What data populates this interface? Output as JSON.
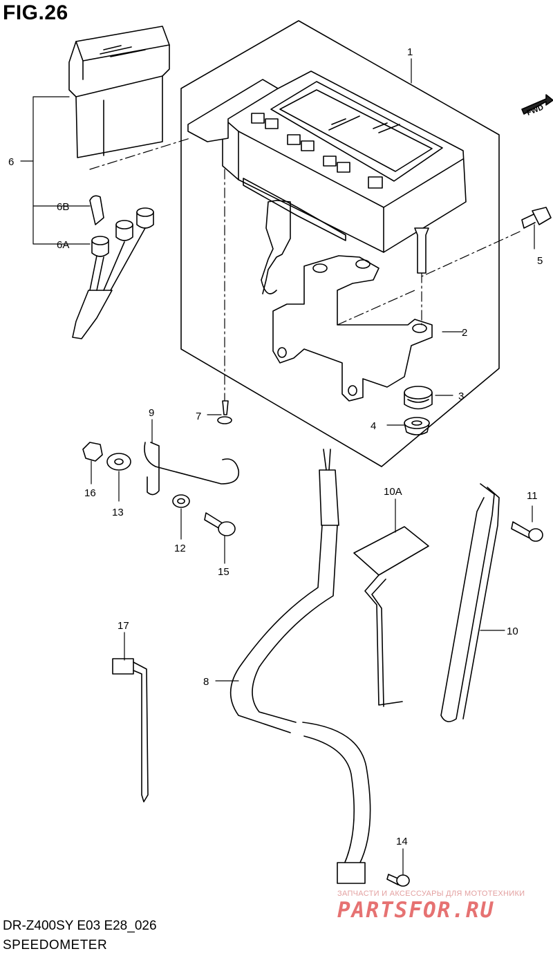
{
  "figure": {
    "title": "FIG.26",
    "model_code": "DR-Z400SY E03 E28_026",
    "caption": "SPEEDOMETER",
    "fwd_label": "FWD"
  },
  "watermark": {
    "subtitle": "ЗАПЧАСТИ И АКСЕССУАРЫ ДЛЯ МОТОТЕХНИКИ",
    "brand": "PARTSFOR.RU"
  },
  "parts": {
    "p1": "1",
    "p2": "2",
    "p3": "3",
    "p4": "4",
    "p5": "5",
    "p6": "6",
    "p6a": "6A",
    "p6b": "6B",
    "p7": "7",
    "p8": "8",
    "p9": "9",
    "p10": "10",
    "p10a": "10A",
    "p11": "11",
    "p12": "12",
    "p13": "13",
    "p14": "14",
    "p15": "15",
    "p16": "16",
    "p17": "17"
  }
}
